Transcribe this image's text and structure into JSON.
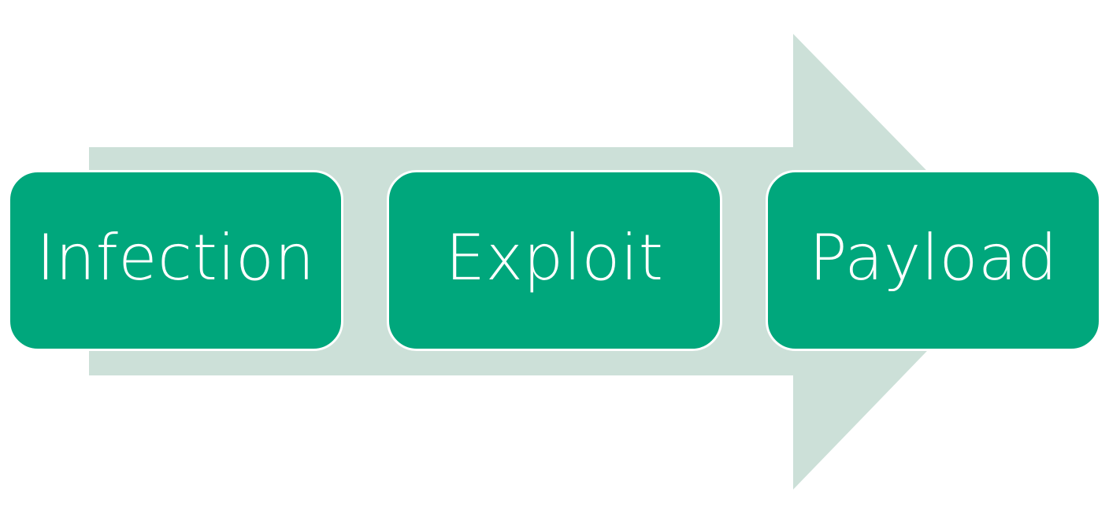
{
  "colors": {
    "background": "#ffffff",
    "arrow": "#cce0d8",
    "box_fill": "#00a77c",
    "box_border": "#ffffff",
    "text": "#ffffff"
  },
  "arrow": {
    "direction": "right",
    "shape": "block-arrow"
  },
  "steps": [
    {
      "label": "Infection"
    },
    {
      "label": "Exploit"
    },
    {
      "label": "Payload"
    }
  ]
}
